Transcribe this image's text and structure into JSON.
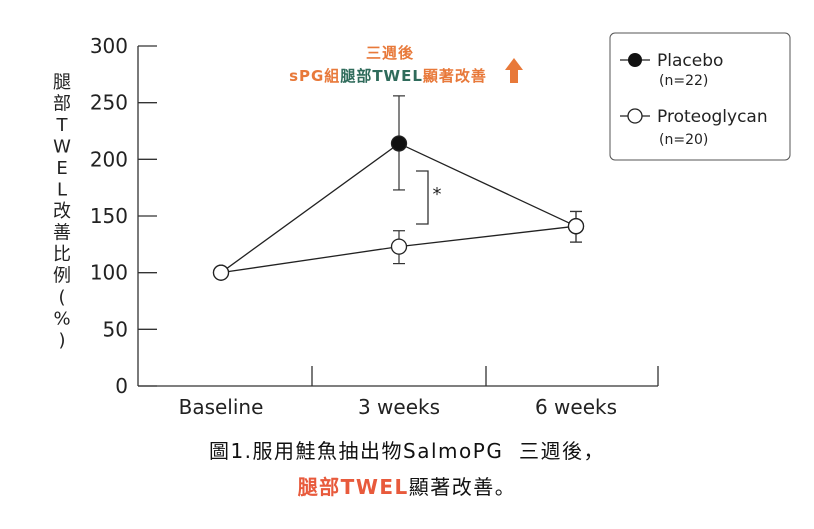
{
  "chart_data": {
    "type": "line",
    "title": "三週後",
    "annotation": {
      "prefix": "sPG組",
      "highlight": "腿部TWEL",
      "suffix": "顯著改善"
    },
    "ylabel": "腿部TWEL改善比例（%）",
    "ylabel_chars": [
      "腿",
      "部",
      "T",
      "W",
      "E",
      "L",
      "改",
      "善",
      "比",
      "例",
      "(",
      "%",
      ")"
    ],
    "ylim": [
      0,
      300
    ],
    "yticks": [
      0,
      50,
      100,
      150,
      200,
      250,
      300
    ],
    "categories": [
      "Baseline",
      "3 weeks",
      "6 weeks"
    ],
    "series": [
      {
        "name": "Placebo",
        "n": "(n=22)",
        "values": [
          100,
          214,
          141
        ],
        "err_low": [
          100,
          173,
          127
        ],
        "err_high": [
          100,
          256,
          154
        ],
        "filled": true
      },
      {
        "name": "Proteoglycan",
        "n": "(n=20)",
        "values": [
          100,
          123,
          141
        ],
        "err_low": [
          100,
          108,
          127
        ],
        "err_high": [
          100,
          137,
          154
        ],
        "filled": false
      }
    ],
    "significance": "*",
    "legend_position": "top-right",
    "caption_line1": "圖1.服用鮭魚抽出物SalmoPG  三週後，",
    "caption_line2_highlight": "腿部TWEL",
    "caption_line2_rest": "顯著改善。"
  },
  "colors": {
    "orange": "#E8793A",
    "green": "#2F6B5B",
    "red": "#E85A3C",
    "ink": "#1a1a1a"
  }
}
